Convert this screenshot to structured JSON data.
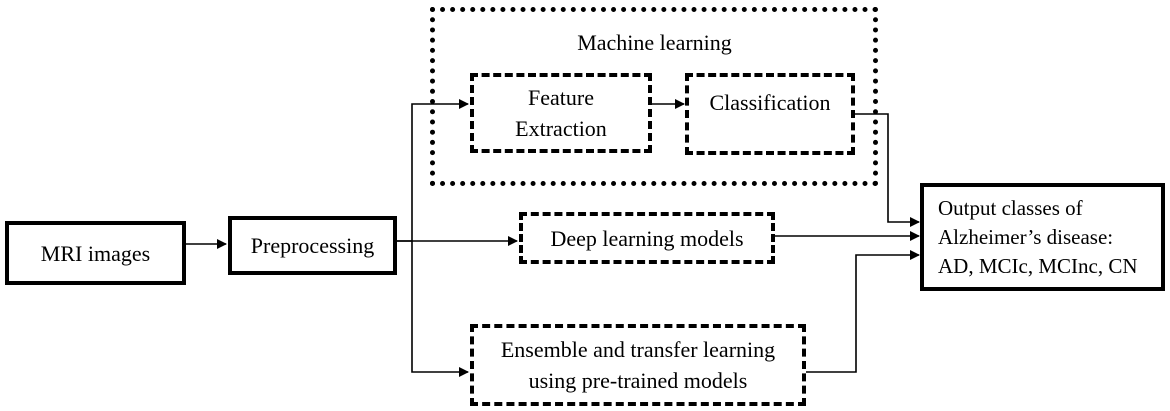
{
  "machine_learning": {
    "title": "Machine learning",
    "feature_extraction": [
      "Feature",
      "Extraction"
    ],
    "classification": "Classification"
  },
  "mri_images": "MRI images",
  "preprocessing": "Preprocessing",
  "deep_learning": "Deep learning models",
  "ensemble": [
    "Ensemble and transfer learning",
    "using pre-trained models"
  ],
  "output": [
    "Output classes of",
    "Alzheimer’s disease:",
    "AD, MCIc, MCInc, CN"
  ],
  "colors": {
    "stroke": "#000000",
    "background": "#ffffff"
  }
}
